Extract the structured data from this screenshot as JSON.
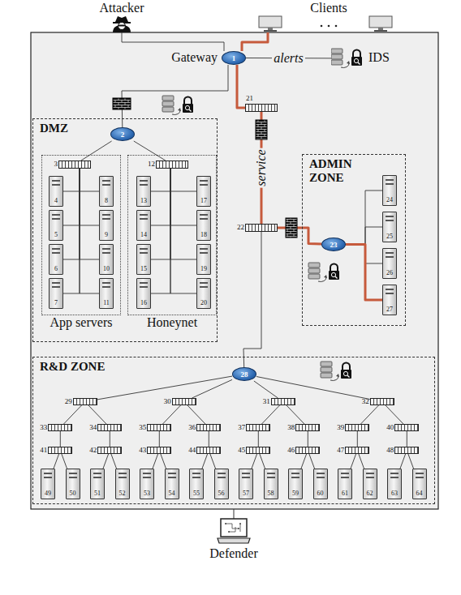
{
  "diagram": {
    "nodes": [
      {
        "text": [
          "Attacker"
        ]
      },
      {
        "text": [
          "Clients"
        ]
      },
      {
        "text": [
          "1"
        ]
      },
      {
        "text": [
          "IDS"
        ]
      },
      {
        "text": [
          "DMZ"
        ]
      },
      {
        "text": [
          "2"
        ],
        "in": 4
      },
      {
        "text": [
          "App servers"
        ],
        "in": 4
      },
      {
        "text": [
          "3"
        ],
        "in": 6
      },
      {
        "text": [
          "4"
        ],
        "in": 6
      },
      {
        "text": [
          "5"
        ],
        "in": 6
      },
      {
        "text": [
          "6"
        ],
        "in": 6
      },
      {
        "text": [
          "7"
        ],
        "in": 6
      },
      {
        "text": [
          "8"
        ],
        "in": 6
      },
      {
        "text": [
          "9"
        ],
        "in": 6
      },
      {
        "text": [
          "10"
        ],
        "in": 6
      },
      {
        "text": [
          "11"
        ],
        "in": 6
      },
      {
        "text": [
          "Honeynet"
        ],
        "in": 4
      },
      {
        "text": [
          "12"
        ],
        "in": 16
      },
      {
        "text": [
          "13"
        ],
        "in": 16
      },
      {
        "text": [
          "14"
        ],
        "in": 16
      },
      {
        "text": [
          "15"
        ],
        "in": 16
      },
      {
        "text": [
          "16"
        ],
        "in": 16
      },
      {
        "text": [
          "17"
        ],
        "in": 16
      },
      {
        "text": [
          "18"
        ],
        "in": 16
      },
      {
        "text": [
          "19"
        ],
        "in": 16
      },
      {
        "text": [
          "20"
        ],
        "in": 16
      },
      {
        "text": [
          "21"
        ]
      },
      {
        "text": [
          "22"
        ]
      },
      {
        "text": [
          "ADMIN ZONE"
        ]
      },
      {
        "text": [
          "23"
        ],
        "in": 28
      },
      {
        "text": [
          "24"
        ],
        "in": 28
      },
      {
        "text": [
          "25"
        ],
        "in": 28
      },
      {
        "text": [
          "26"
        ],
        "in": 28
      },
      {
        "text": [
          "27"
        ],
        "in": 28
      },
      {
        "text": [
          "R&D ZONE"
        ]
      },
      {
        "text": [
          "28"
        ],
        "in": 34
      },
      {
        "text": [
          "29"
        ],
        "in": 34
      },
      {
        "text": [
          "30"
        ],
        "in": 34
      },
      {
        "text": [
          "31"
        ],
        "in": 34
      },
      {
        "text": [
          "32"
        ],
        "in": 34
      },
      {
        "text": [
          "33"
        ],
        "in": 34
      },
      {
        "text": [
          "34"
        ],
        "in": 34
      },
      {
        "text": [
          "35"
        ],
        "in": 34
      },
      {
        "text": [
          "36"
        ],
        "in": 34
      },
      {
        "text": [
          "37"
        ],
        "in": 34
      },
      {
        "text": [
          "38"
        ],
        "in": 34
      },
      {
        "text": [
          "39"
        ],
        "in": 34
      },
      {
        "text": [
          "40"
        ],
        "in": 34
      },
      {
        "text": [
          "41"
        ],
        "in": 34
      },
      {
        "text": [
          "42"
        ],
        "in": 34
      },
      {
        "text": [
          "43"
        ],
        "in": 34
      },
      {
        "text": [
          "44"
        ],
        "in": 34
      },
      {
        "text": [
          "45"
        ],
        "in": 34
      },
      {
        "text": [
          "46"
        ],
        "in": 34
      },
      {
        "text": [
          "47"
        ],
        "in": 34
      },
      {
        "text": [
          "48"
        ],
        "in": 34
      },
      {
        "text": [
          "49"
        ],
        "in": 34
      },
      {
        "text": [
          "50"
        ],
        "in": 34
      },
      {
        "text": [
          "51"
        ],
        "in": 34
      },
      {
        "text": [
          "52"
        ],
        "in": 34
      },
      {
        "text": [
          "53"
        ],
        "in": 34
      },
      {
        "text": [
          "54"
        ],
        "in": 34
      },
      {
        "text": [
          "55"
        ],
        "in": 34
      },
      {
        "text": [
          "56"
        ],
        "in": 34
      },
      {
        "text": [
          "57"
        ],
        "in": 34
      },
      {
        "text": [
          "58"
        ],
        "in": 34
      },
      {
        "text": [
          "59"
        ],
        "in": 34
      },
      {
        "text": [
          "60"
        ],
        "in": 34
      },
      {
        "text": [
          "61"
        ],
        "in": 34
      },
      {
        "text": [
          "62"
        ],
        "in": 34
      },
      {
        "text": [
          "63"
        ],
        "in": 34
      },
      {
        "text": [
          "64"
        ],
        "in": 34
      },
      {
        "text": [
          "Defender"
        ]
      }
    ],
    "edges": [
      {
        "from": 0,
        "to": 2,
        "arrow": "none"
      },
      {
        "from": 1,
        "to": 2,
        "arrow": "none"
      },
      {
        "from": 2,
        "to": 3,
        "label": "alerts",
        "arrow": "none"
      },
      {
        "from": 2,
        "to": 5,
        "arrow": "none"
      },
      {
        "from": 2,
        "to": 26,
        "arrow": "none"
      },
      {
        "from": 26,
        "to": 27,
        "label": "service",
        "arrow": "none"
      },
      {
        "from": 27,
        "to": 29,
        "arrow": "none"
      },
      {
        "from": 27,
        "to": 35,
        "arrow": "none"
      },
      {
        "from": 5,
        "to": 7,
        "arrow": "none"
      },
      {
        "from": 5,
        "to": 17,
        "arrow": "none"
      },
      {
        "from": 7,
        "to": 8,
        "arrow": "none"
      },
      {
        "from": 7,
        "to": 9,
        "arrow": "none"
      },
      {
        "from": 7,
        "to": 10,
        "arrow": "none"
      },
      {
        "from": 7,
        "to": 11,
        "arrow": "none"
      },
      {
        "from": 7,
        "to": 12,
        "arrow": "none"
      },
      {
        "from": 7,
        "to": 13,
        "arrow": "none"
      },
      {
        "from": 7,
        "to": 14,
        "arrow": "none"
      },
      {
        "from": 7,
        "to": 15,
        "arrow": "none"
      },
      {
        "from": 17,
        "to": 18,
        "arrow": "none"
      },
      {
        "from": 17,
        "to": 19,
        "arrow": "none"
      },
      {
        "from": 17,
        "to": 20,
        "arrow": "none"
      },
      {
        "from": 17,
        "to": 21,
        "arrow": "none"
      },
      {
        "from": 17,
        "to": 22,
        "arrow": "none"
      },
      {
        "from": 17,
        "to": 23,
        "arrow": "none"
      },
      {
        "from": 17,
        "to": 24,
        "arrow": "none"
      },
      {
        "from": 17,
        "to": 25,
        "arrow": "none"
      },
      {
        "from": 29,
        "to": 30,
        "arrow": "none"
      },
      {
        "from": 29,
        "to": 31,
        "arrow": "none"
      },
      {
        "from": 29,
        "to": 32,
        "arrow": "none"
      },
      {
        "from": 29,
        "to": 33,
        "arrow": "none"
      },
      {
        "from": 35,
        "to": 36,
        "arrow": "none"
      },
      {
        "from": 35,
        "to": 37,
        "arrow": "none"
      },
      {
        "from": 35,
        "to": 38,
        "arrow": "none"
      },
      {
        "from": 35,
        "to": 39,
        "arrow": "none"
      },
      {
        "from": 36,
        "to": 40,
        "arrow": "none"
      },
      {
        "from": 36,
        "to": 41,
        "arrow": "none"
      },
      {
        "from": 37,
        "to": 42,
        "arrow": "none"
      },
      {
        "from": 37,
        "to": 43,
        "arrow": "none"
      },
      {
        "from": 38,
        "to": 44,
        "arrow": "none"
      },
      {
        "from": 38,
        "to": 45,
        "arrow": "none"
      },
      {
        "from": 39,
        "to": 46,
        "arrow": "none"
      },
      {
        "from": 39,
        "to": 47,
        "arrow": "none"
      },
      {
        "from": 40,
        "to": 48,
        "arrow": "none"
      },
      {
        "from": 41,
        "to": 49,
        "arrow": "none"
      },
      {
        "from": 42,
        "to": 50,
        "arrow": "none"
      },
      {
        "from": 43,
        "to": 51,
        "arrow": "none"
      },
      {
        "from": 44,
        "to": 52,
        "arrow": "none"
      },
      {
        "from": 45,
        "to": 53,
        "arrow": "none"
      },
      {
        "from": 46,
        "to": 54,
        "arrow": "none"
      },
      {
        "from": 47,
        "to": 55,
        "arrow": "none"
      },
      {
        "from": 48,
        "to": 56,
        "arrow": "none"
      },
      {
        "from": 48,
        "to": 57,
        "arrow": "none"
      },
      {
        "from": 49,
        "to": 58,
        "arrow": "none"
      },
      {
        "from": 49,
        "to": 59,
        "arrow": "none"
      },
      {
        "from": 50,
        "to": 60,
        "arrow": "none"
      },
      {
        "from": 50,
        "to": 61,
        "arrow": "none"
      },
      {
        "from": 51,
        "to": 62,
        "arrow": "none"
      },
      {
        "from": 51,
        "to": 63,
        "arrow": "none"
      },
      {
        "from": 52,
        "to": 64,
        "arrow": "none"
      },
      {
        "from": 52,
        "to": 65,
        "arrow": "none"
      },
      {
        "from": 53,
        "to": 66,
        "arrow": "none"
      },
      {
        "from": 53,
        "to": 67,
        "arrow": "none"
      },
      {
        "from": 54,
        "to": 68,
        "arrow": "none"
      },
      {
        "from": 54,
        "to": 69,
        "arrow": "none"
      },
      {
        "from": 55,
        "to": 70,
        "arrow": "none"
      },
      {
        "from": 55,
        "to": 71,
        "arrow": "none"
      }
    ],
    "labels": [
      "Gateway"
    ]
  }
}
